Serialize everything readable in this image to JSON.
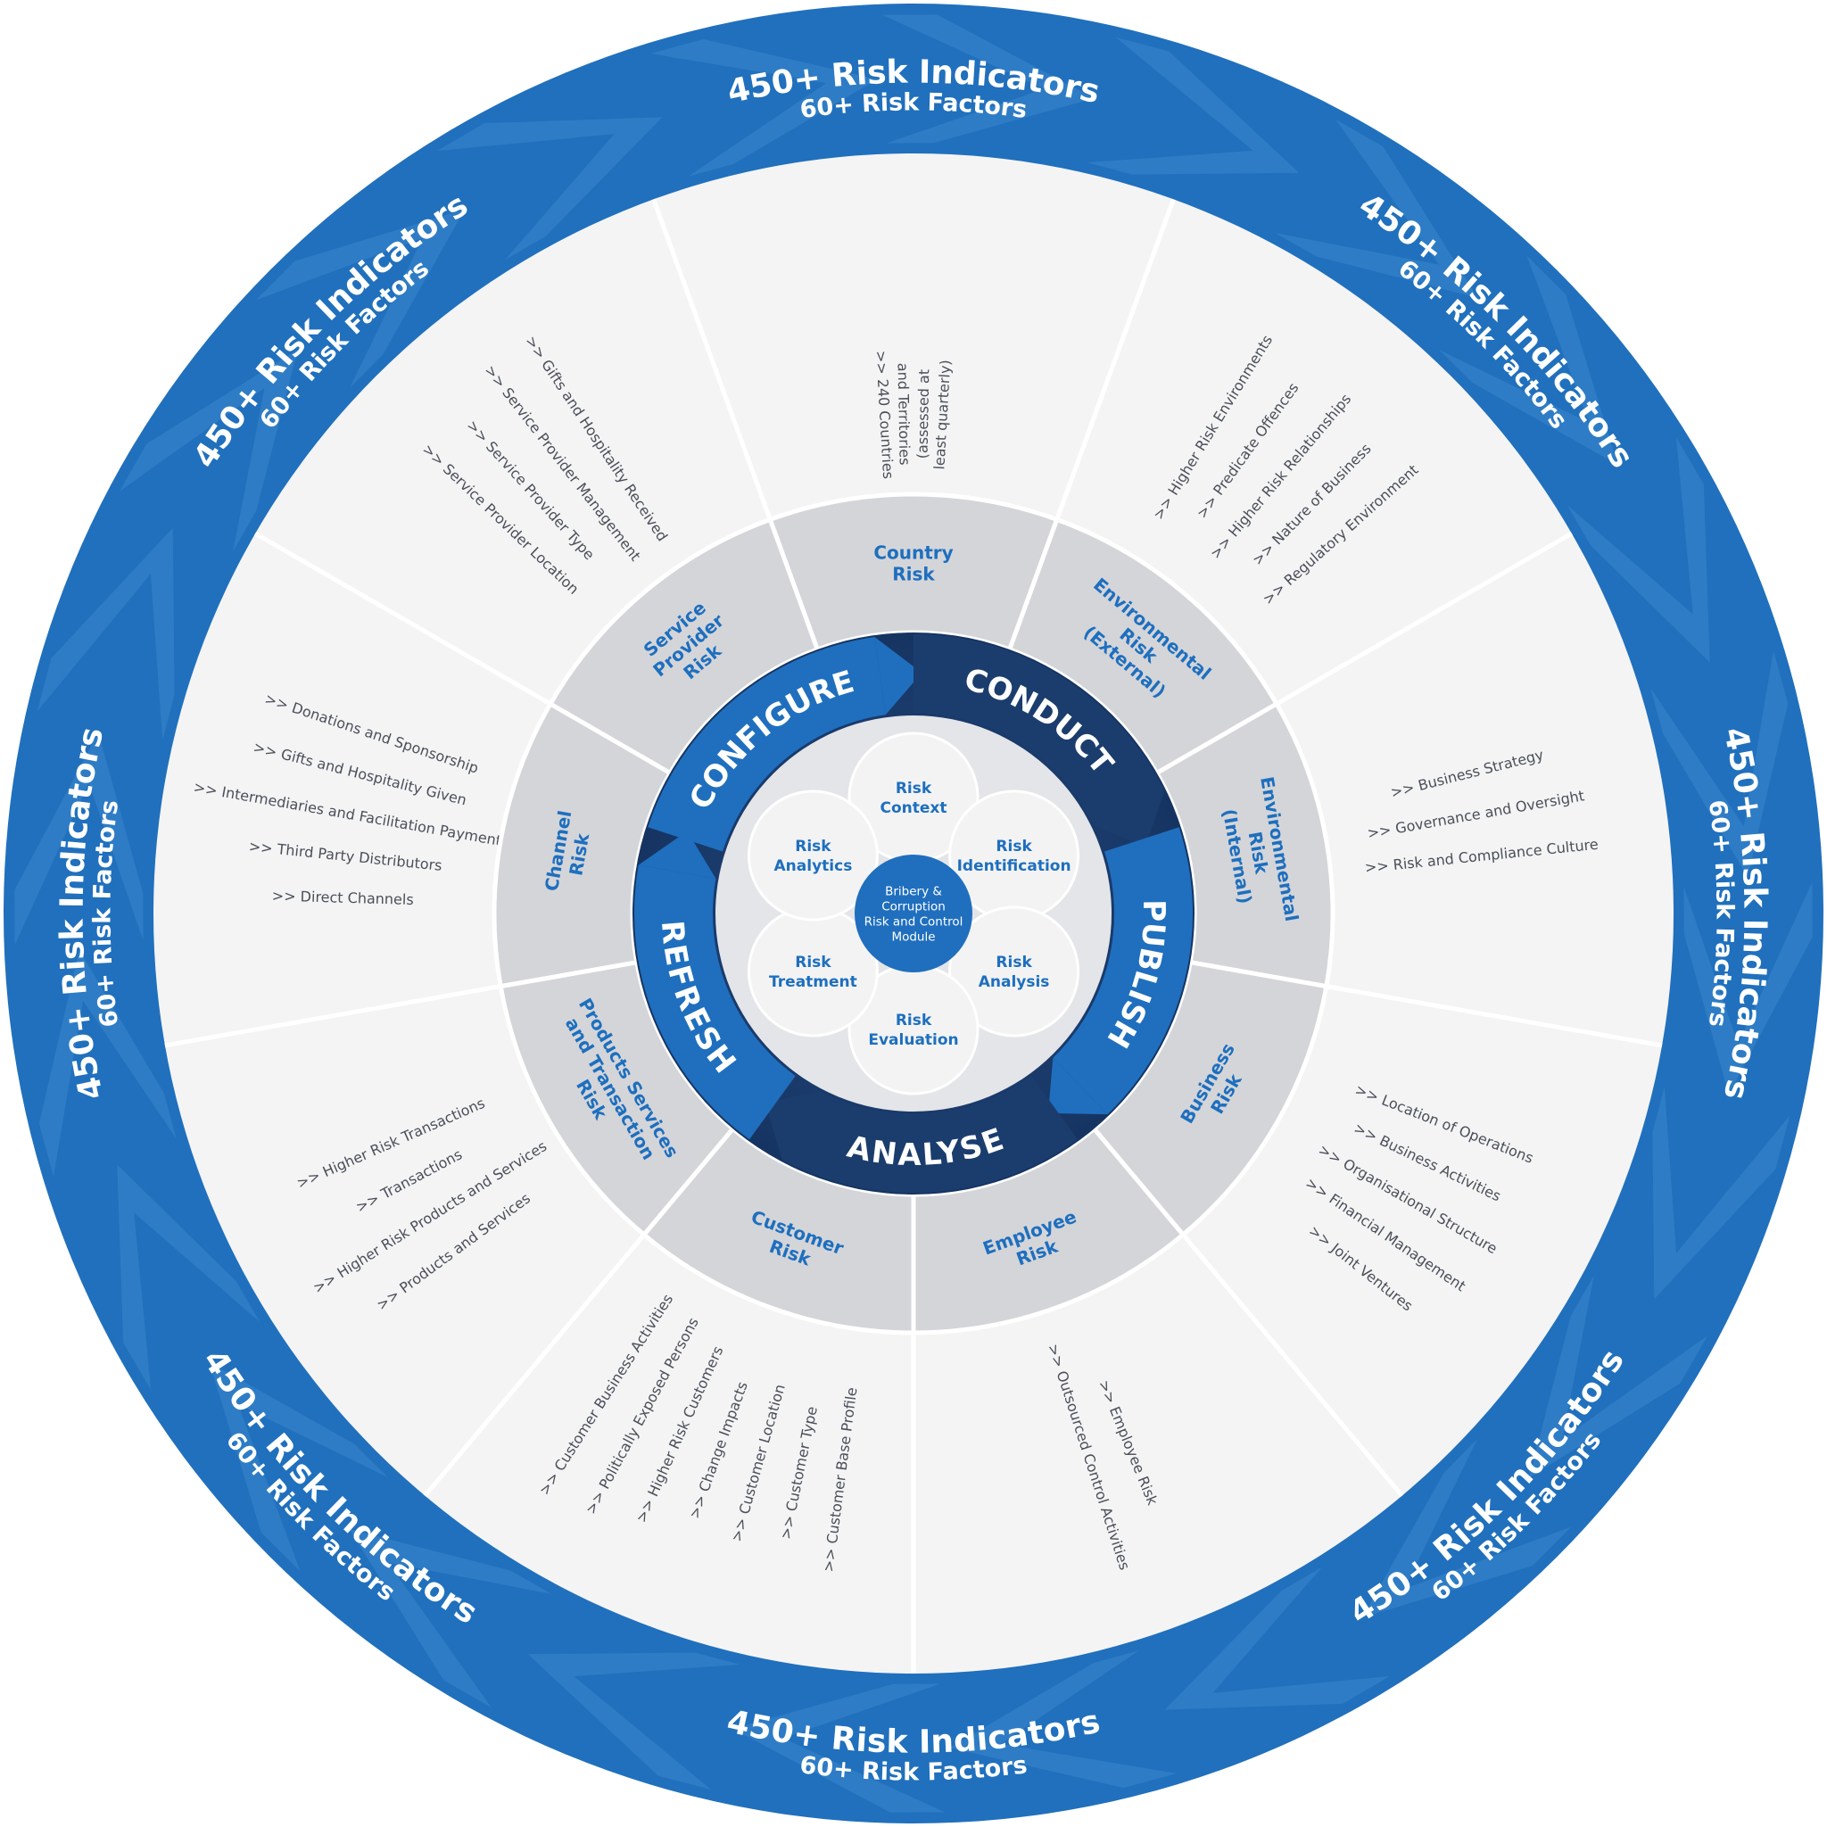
{
  "outer_band": [
    {
      "title": "450+ Risk Indicators",
      "subtitle": "60+ Risk Factors"
    },
    {
      "title": "450+ Risk Indicators",
      "subtitle": "60+ Risk Factors"
    },
    {
      "title": "450+ Risk Indicators",
      "subtitle": "60+ Risk Factors"
    },
    {
      "title": "450+ Risk Indicators",
      "subtitle": "60+ Risk Factors"
    },
    {
      "title": "450+ Risk Indicators",
      "subtitle": "60+ Risk Factors"
    },
    {
      "title": "450+ Risk Indicators",
      "subtitle": "60+ Risk Factors"
    },
    {
      "title": "450+ Risk Indicators",
      "subtitle": "60+ Risk Factors"
    },
    {
      "title": "450+ Risk Indicators",
      "subtitle": "60+ Risk Factors"
    }
  ],
  "segments": [
    {
      "category": [
        "Country",
        "Risk"
      ],
      "items": [
        ">> 240 Countries",
        "and Territories",
        "(assessed at",
        "least quarterly)"
      ]
    },
    {
      "category": [
        "Environmental",
        "Risk",
        "(External)"
      ],
      "items": [
        ">> Higher Risk Environments",
        ">> Predicate Offences",
        ">> Higher Risk Relationships",
        ">> Nature of Business",
        ">> Regulatory Environment"
      ]
    },
    {
      "category": [
        "Environmental",
        "Risk",
        "(Internal)"
      ],
      "items": [
        ">> Business Strategy",
        ">> Governance and Oversight",
        ">> Risk and Compliance Culture"
      ]
    },
    {
      "category": [
        "Business",
        "Risk"
      ],
      "items": [
        ">> Location of Operations",
        ">> Business Activities",
        ">> Organisational Structure",
        ">> Financial Management",
        ">> Joint Ventures"
      ]
    },
    {
      "category": [
        "Employee",
        "Risk"
      ],
      "items": [
        ">> Employee Risk",
        ">> Outsourced Control Activities"
      ]
    },
    {
      "category": [
        "Customer",
        "Risk"
      ],
      "items": [
        ">> Customer Base Profile",
        ">> Customer Type",
        ">> Customer Location",
        ">> Change Impacts",
        ">> Higher Risk Customers",
        ">> Politically Exposed Persons",
        ">> Customer Business Activities"
      ]
    },
    {
      "category": [
        "Products Services",
        "and Transaction",
        "Risk"
      ],
      "items": [
        ">> Products and Services",
        ">> Higher Risk Products and Services",
        ">> Transactions",
        ">> Higher Risk Transactions"
      ]
    },
    {
      "category": [
        "Channel",
        "Risk"
      ],
      "items": [
        ">> Direct Channels",
        ">> Third Party Distributors",
        ">> Intermediaries and Facilitation Payments",
        ">> Gifts and Hospitality Given",
        ">> Donations and Sponsorship"
      ]
    },
    {
      "category": [
        "Service",
        "Provider",
        "Risk"
      ],
      "items": [
        ">> Service Provider Location",
        ">> Service Provider Type",
        ">> Service Provider Management",
        ">> Gifts and Hospitality Received"
      ]
    }
  ],
  "phases": [
    "CONFIGURE",
    "CONDUCT",
    "PUBLISH",
    "ANALYSE",
    "REFRESH"
  ],
  "nodes": [
    [
      "Risk",
      "Context"
    ],
    [
      "Risk",
      "Identification"
    ],
    [
      "Risk",
      "Analysis"
    ],
    [
      "Risk",
      "Evaluation"
    ],
    [
      "Risk",
      "Treatment"
    ],
    [
      "Risk",
      "Analytics"
    ]
  ],
  "center": [
    "Bribery &",
    "Corruption",
    "Risk and Control",
    "Module"
  ],
  "colors": {
    "band_blue": "#2070bd",
    "band_chevron": "#3a86cc",
    "panel_bg": "#f4f4f5",
    "category_ring": "#d4d5d9",
    "phase_dark": "#1b3d6e",
    "phase_light": "#1f6fbe",
    "node_bg": "#f3f3f4",
    "text_blue": "#1e6fbe",
    "item_text": "#4a4f58"
  }
}
